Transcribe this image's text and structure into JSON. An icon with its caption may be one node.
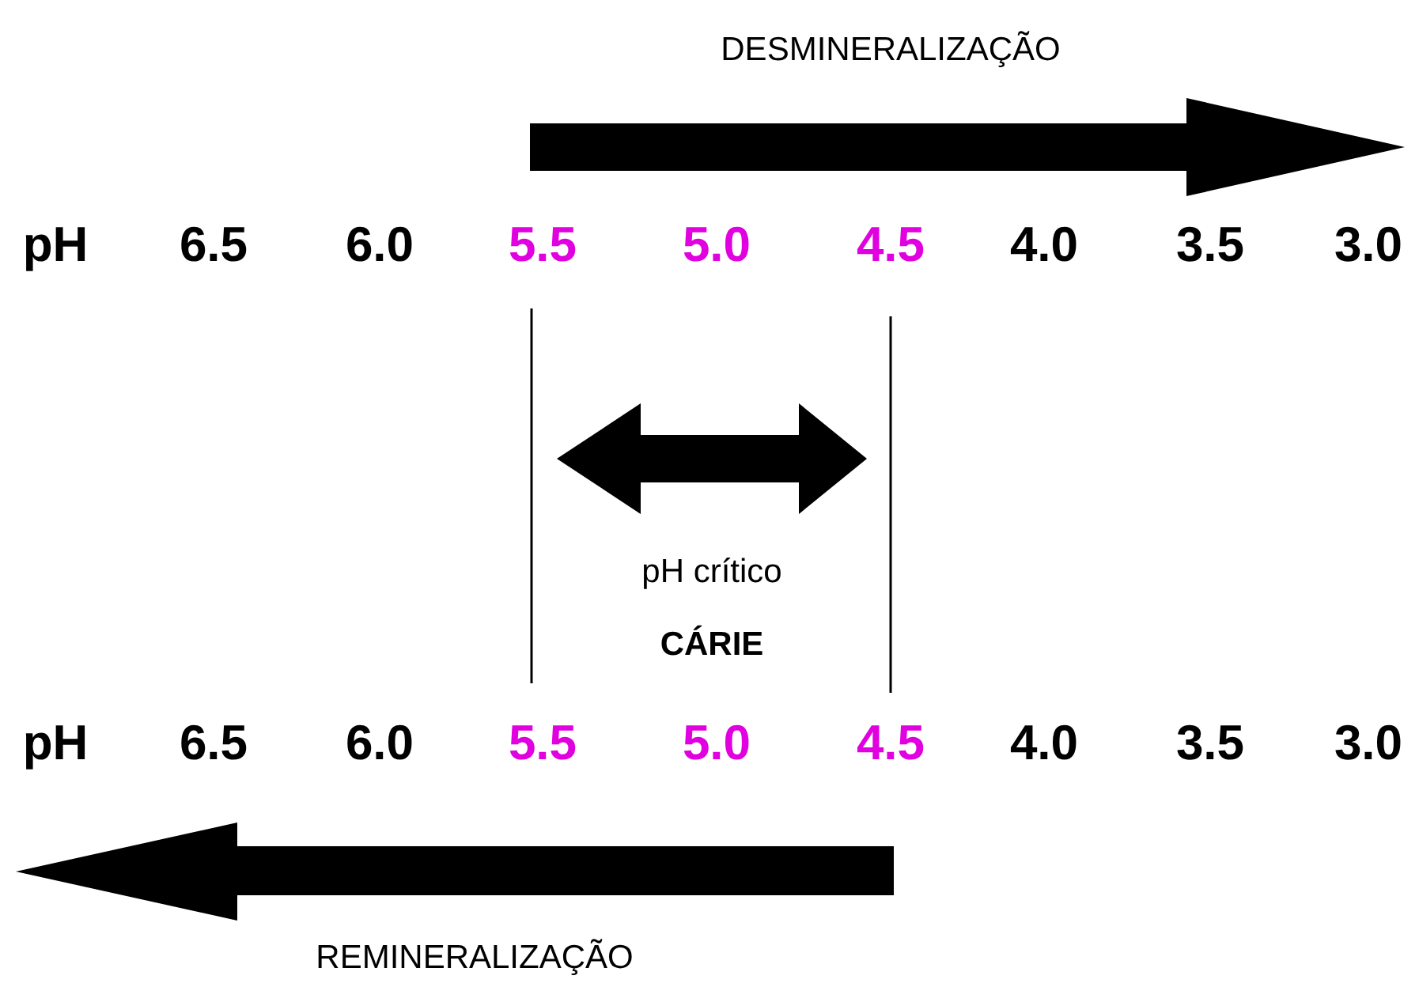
{
  "diagram": {
    "labels": [
      "DESMINERALIZAÇÃO",
      "pH",
      "6.5",
      "6.0",
      "5.5",
      "5.0",
      "4.5",
      "4.0",
      "3.5",
      "3.0",
      "pH crítico",
      "CÁRIE",
      "pH",
      "6.5",
      "6.0",
      "5.5",
      "5.0",
      "4.5",
      "4.0",
      "3.5",
      "3.0",
      "REMINERALIZAÇÃO"
    ]
  }
}
